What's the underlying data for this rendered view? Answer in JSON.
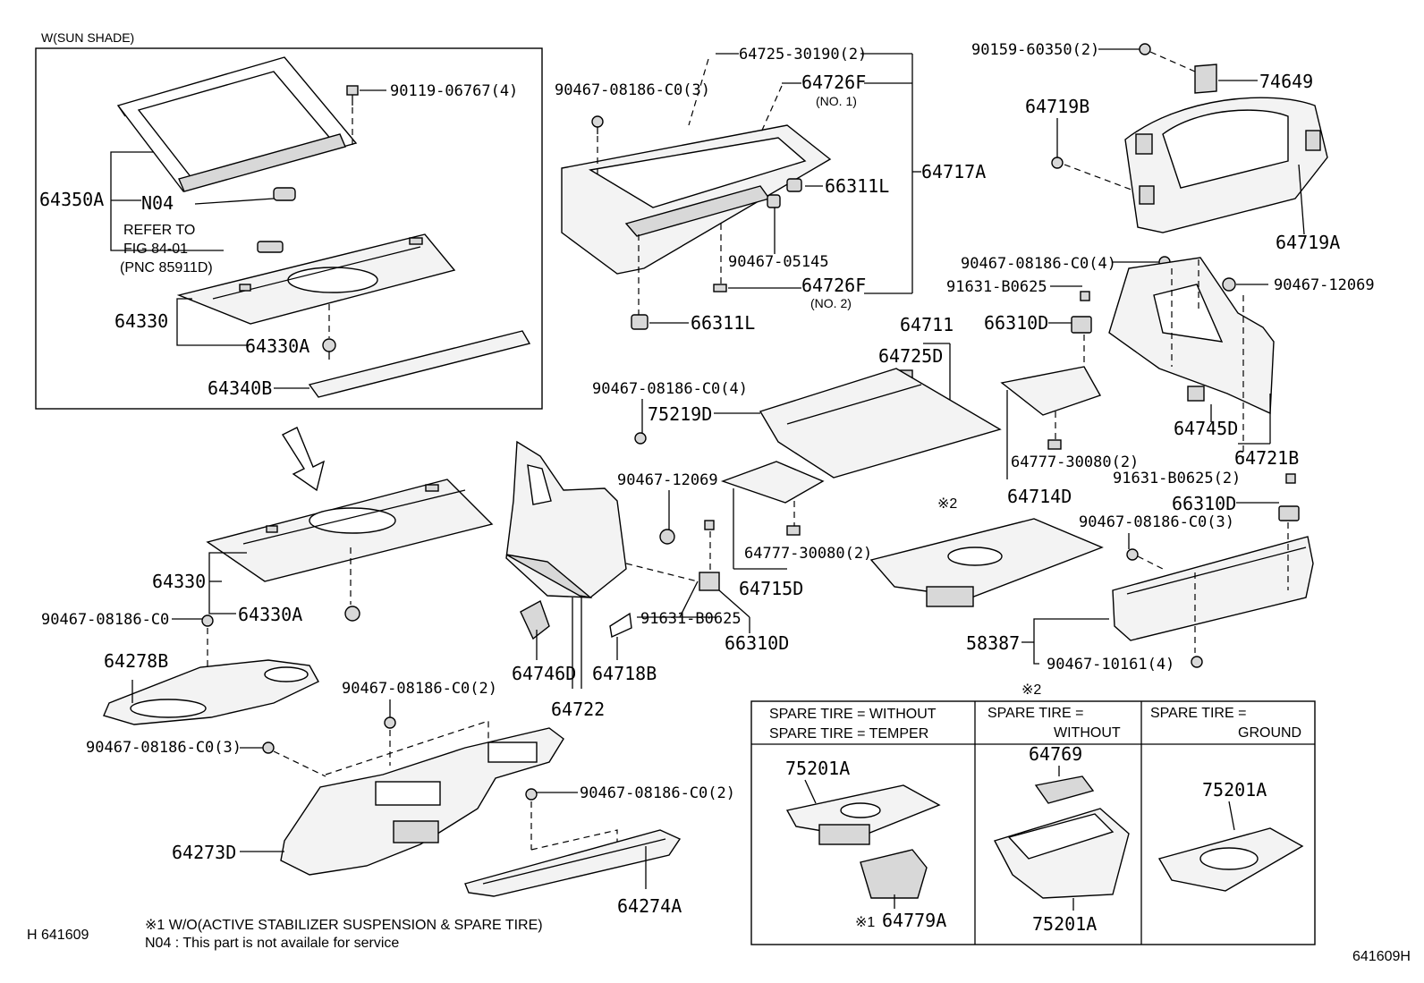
{
  "sun_shade_box": {
    "title": "W(SUN SHADE)"
  },
  "labels": {
    "p90119": "90119-06767(4)",
    "p64350A": "64350A",
    "pN04": "N04",
    "refer1": "REFER TO",
    "refer2": "FIG 84-01",
    "refer3": "(PNC 85911D)",
    "p64330_top": "64330",
    "p64330A_top": "64330A",
    "p64340B": "64340B",
    "p64725_30190": "64725-30190(2)",
    "p90467_c3_top": "90467-08186-C0(3)",
    "p64726F_1": "64726F",
    "no1": "(NO. 1)",
    "p64717A": "64717A",
    "p66311L_a": "66311L",
    "p90467_05145": "90467-05145",
    "p64726F_2": "64726F",
    "no2": "(NO. 2)",
    "p66311L_b": "66311L",
    "p90159": "90159-60350(2)",
    "p74649": "74649",
    "p64719B": "64719B",
    "p64719A": "64719A",
    "p90467_c4_right": "90467-08186-C0(4)",
    "p91631_right": "91631-B0625",
    "p90467_12069_right": "90467-12069",
    "p66310D_right": "66310D",
    "p64711": "64711",
    "p64725D": "64725D",
    "p75219D": "75219D",
    "p90467_c4_mid": "90467-08186-C0(4)",
    "p64745D": "64745D",
    "p64721B": "64721B",
    "p64777_b": "64777-30080(2)",
    "p64714D": "64714D",
    "p91631_2": "91631-B0625(2)",
    "p66310D_lower": "66310D",
    "mark2": "※2",
    "p90467_c3_right": "90467-08186-C0(3)",
    "p90467_12069_mid": "90467-12069",
    "p64777_a": "64777-30080(2)",
    "p64715D": "64715D",
    "p64330_low": "64330",
    "p64330A_low": "64330A",
    "p90467_c0": "90467-08186-C0",
    "p64278B": "64278B",
    "p91631_mid": "91631-B0625",
    "p66310D_mid": "66310D",
    "p64746D": "64746D",
    "p64718B": "64718B",
    "p64722": "64722",
    "p58387": "58387",
    "p90467_10161": "90467-10161(4)",
    "p90467_c2_a": "90467-08186-C0(2)",
    "p90467_c3_left": "90467-08186-C0(3)",
    "p90467_c2_b": "90467-08186-C0(2)",
    "p64273D": "64273D",
    "p64274A": "64274A"
  },
  "table": {
    "mark": "※2",
    "col1_line1": "SPARE TIRE = WITHOUT",
    "col1_line2": "SPARE TIRE = TEMPER",
    "col2_line1": "SPARE TIRE =",
    "col2_line2": "WITHOUT",
    "col3_line1": "SPARE TIRE =",
    "col3_line2": "GROUND",
    "p75201A_1": "75201A",
    "p64779A_mark": "※1",
    "p64779A": "64779A",
    "p64769": "64769",
    "p75201A_2": "75201A",
    "p75201A_3": "75201A"
  },
  "footnotes": {
    "note1": "※1 W/O(ACTIVE STABILIZER SUSPENSION & SPARE TIRE)",
    "note2": "N04 :  This part is not availale for service"
  },
  "corner": {
    "left_code": "H 641609",
    "right_code": "641609H"
  }
}
